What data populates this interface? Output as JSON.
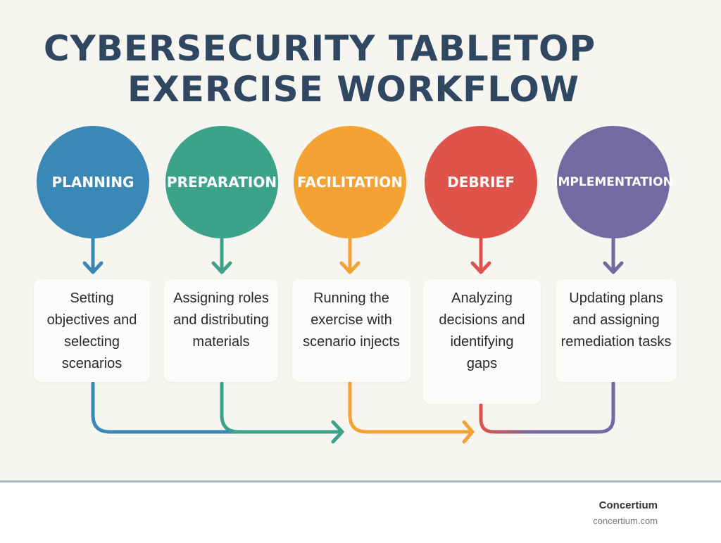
{
  "title": {
    "line1": "CYBERSECURITY TABLETOP",
    "line2": "EXERCISE WORKFLOW"
  },
  "steps": [
    {
      "label": "PLANNING",
      "description": "Setting objectives and selecting scenarios",
      "color": "#3a88b5"
    },
    {
      "label": "PREPARATION",
      "description": "Assigning roles and distributing materials",
      "color": "#3ca28a"
    },
    {
      "label": "FACILITATION",
      "description": "Running the exercise with scenario injects",
      "color": "#f3a233"
    },
    {
      "label": "DEBRIEF",
      "description": "Analyzing decisions and identifying gaps",
      "color": "#e0534a"
    },
    {
      "label": "IMPLEMENTATION",
      "description": "Updating plans and assigning remediation tasks",
      "color": "#7469a1"
    }
  ],
  "footer": {
    "brand": "Concertium",
    "url": "concertium.com"
  }
}
